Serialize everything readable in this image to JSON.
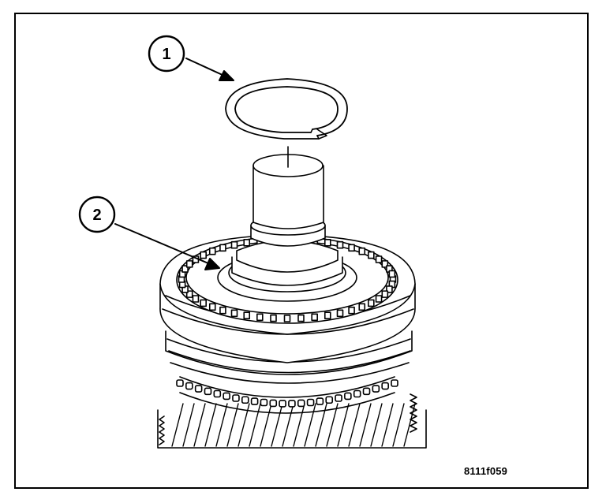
{
  "callouts": [
    {
      "number": "1"
    },
    {
      "number": "2"
    }
  ],
  "figure_id": "8111f059",
  "colors": {
    "line": "#000000",
    "background": "#ffffff"
  }
}
